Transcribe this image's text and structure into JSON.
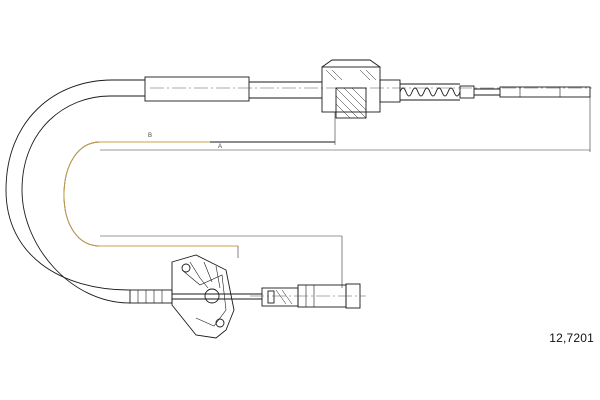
{
  "drawing": {
    "part_number": "12,7201",
    "dimension_labels": {
      "a": "A",
      "b": "B"
    },
    "colors": {
      "line": "#1a1a1a",
      "dimension_highlight": "#c8a24a"
    }
  }
}
